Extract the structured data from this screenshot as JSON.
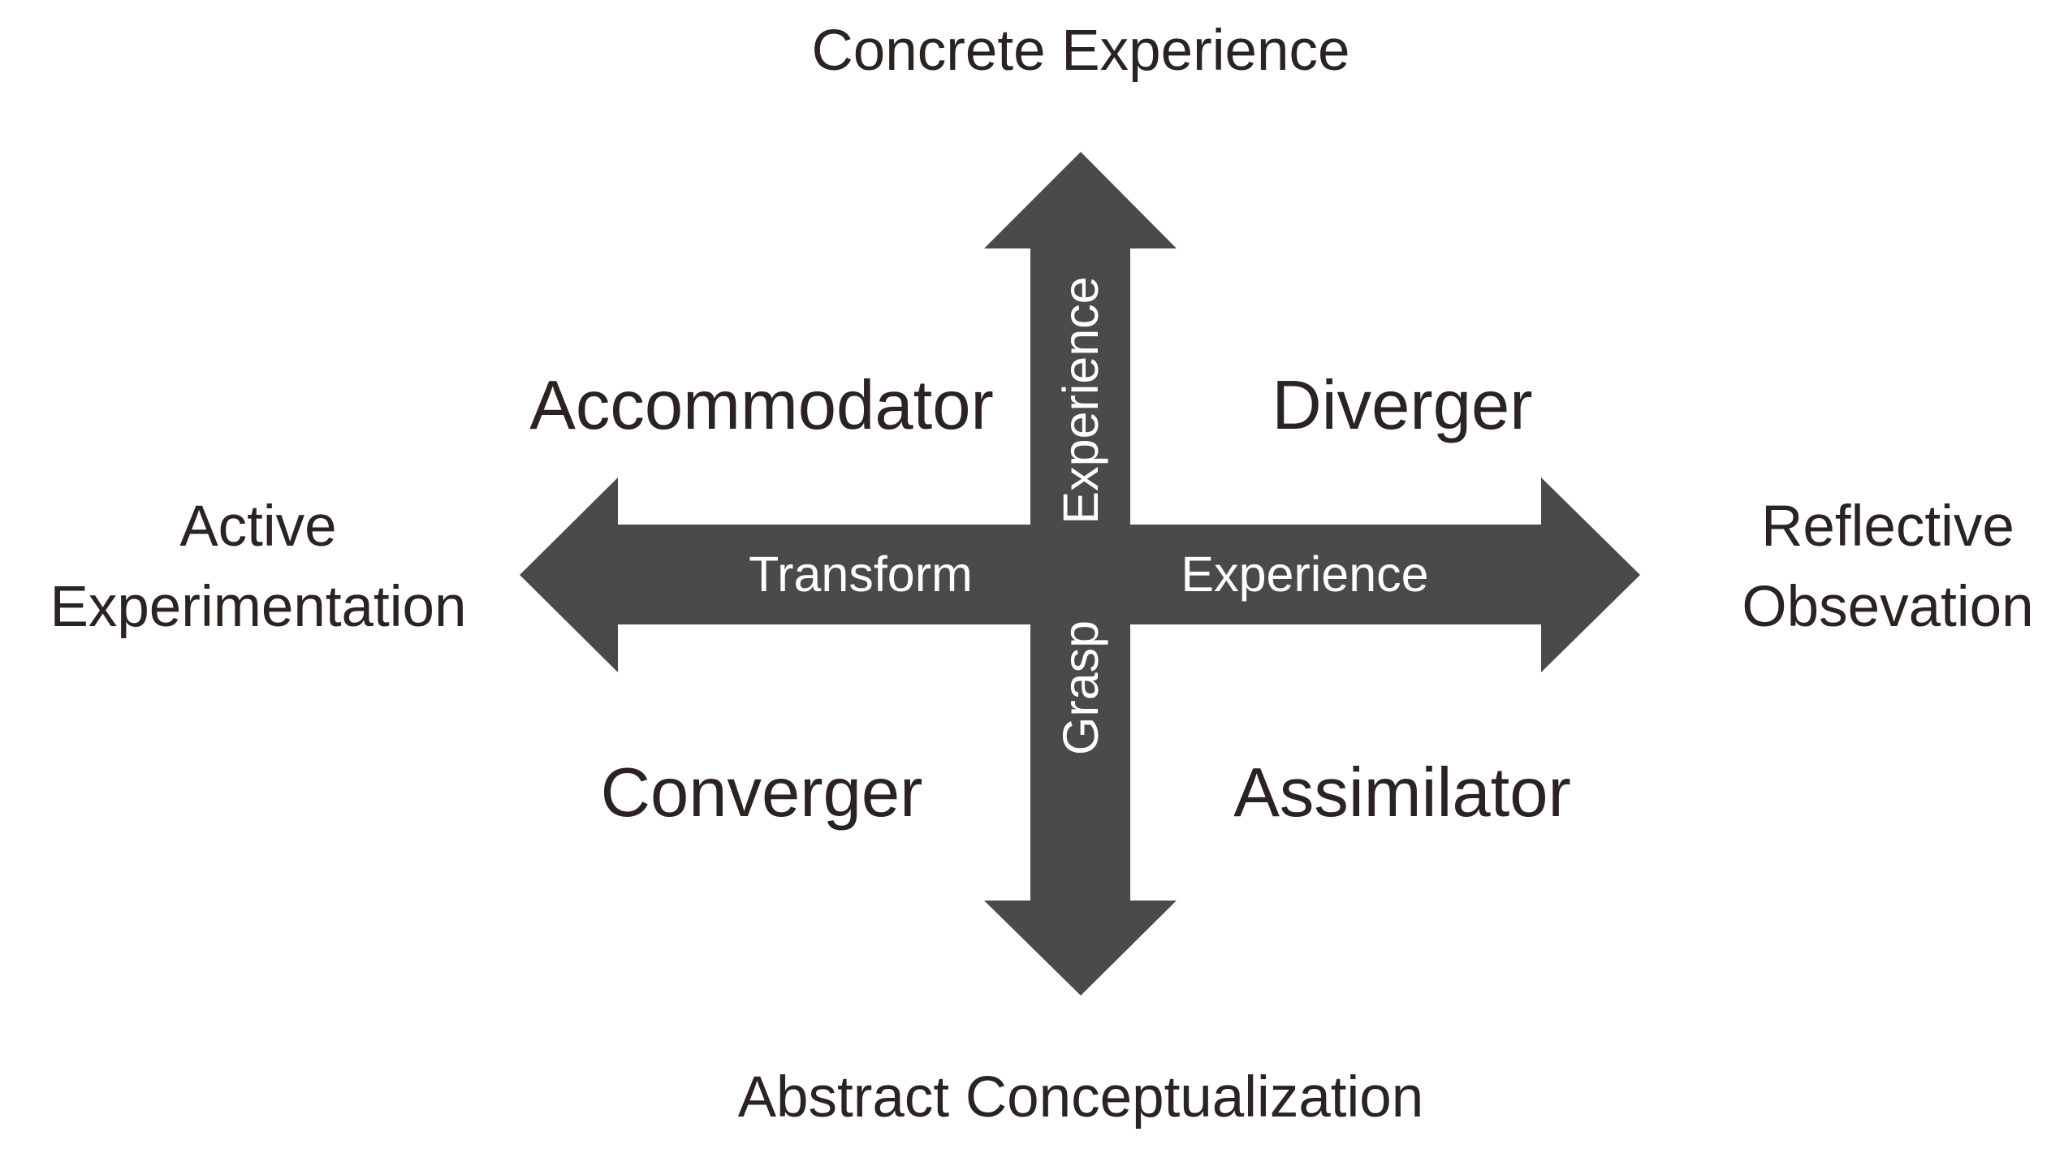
{
  "colors": {
    "background": "#ffffff",
    "arrow_fill": "#4a4a4a",
    "text_dark": "#2b2222",
    "text_on_arrow": "#ffffff"
  },
  "poles": {
    "top": "Concrete Experience",
    "bottom": "Abstract Conceptualization",
    "left_line1": "Active",
    "left_line2": "Experimentation",
    "right_line1": "Reflective",
    "right_line2": "Obsevation"
  },
  "quadrants": {
    "top_left": "Accommodator",
    "top_right": "Diverger",
    "bottom_left": "Converger",
    "bottom_right": "Assimilator"
  },
  "arrow_labels": {
    "vertical_top": "Experience",
    "vertical_bottom": "Grasp",
    "horizontal_left": "Transform",
    "horizontal_right": "Experience"
  }
}
